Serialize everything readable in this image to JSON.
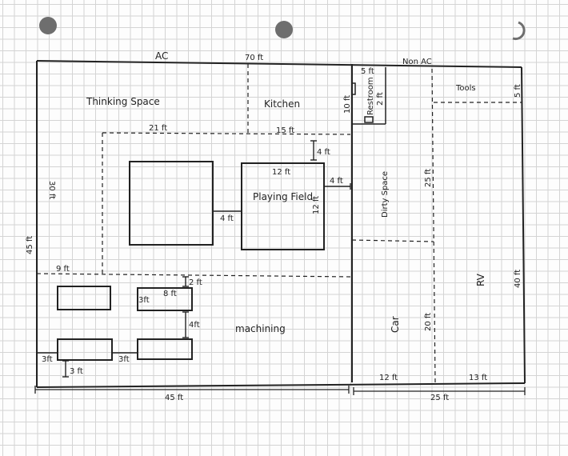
{
  "zones": {
    "thinking_space": "Thinking Space",
    "kitchen": "Kitchen",
    "restroom": "Restroom",
    "tools": "Tools",
    "playing_field": "Playing Field",
    "dirty_space": "Dirty Space",
    "machining": "machining",
    "car": "Car",
    "rv": "RV"
  },
  "headers": {
    "ac": "AC",
    "non_ac": "Non AC"
  },
  "dimensions": {
    "top_70": "70 ft",
    "left_45": "45 ft",
    "left_30": "30 ft",
    "bottom_45": "45 ft",
    "bottom_25": "25 ft",
    "d21": "21 ft",
    "d15": "15 ft",
    "d4_vertical": "4 ft",
    "field_12_top": "12 ft",
    "field_12_side": "12 ft",
    "d4_right": "4 ft",
    "d4_between": "4 ft",
    "d9": "9 ft",
    "d2": "2 ft",
    "d8": "8 ft",
    "d3_side": "3ft",
    "d4_machines": "4ft",
    "d3_left": "3ft",
    "d3_mid": "3ft",
    "d3_below": "3 ft",
    "restroom_5": "5 ft",
    "restroom_10": "10 ft",
    "restroom_2": "2 ft",
    "tools_5": "5 ft",
    "dirty_25": "25 ft",
    "rv_40": "40 ft",
    "car_20": "20 ft",
    "car_12": "12 ft",
    "rv_13": "13 ft"
  },
  "colors": {
    "ink": "#222222",
    "grid": "#d4d4d4",
    "hole": "#6e6e6e"
  }
}
